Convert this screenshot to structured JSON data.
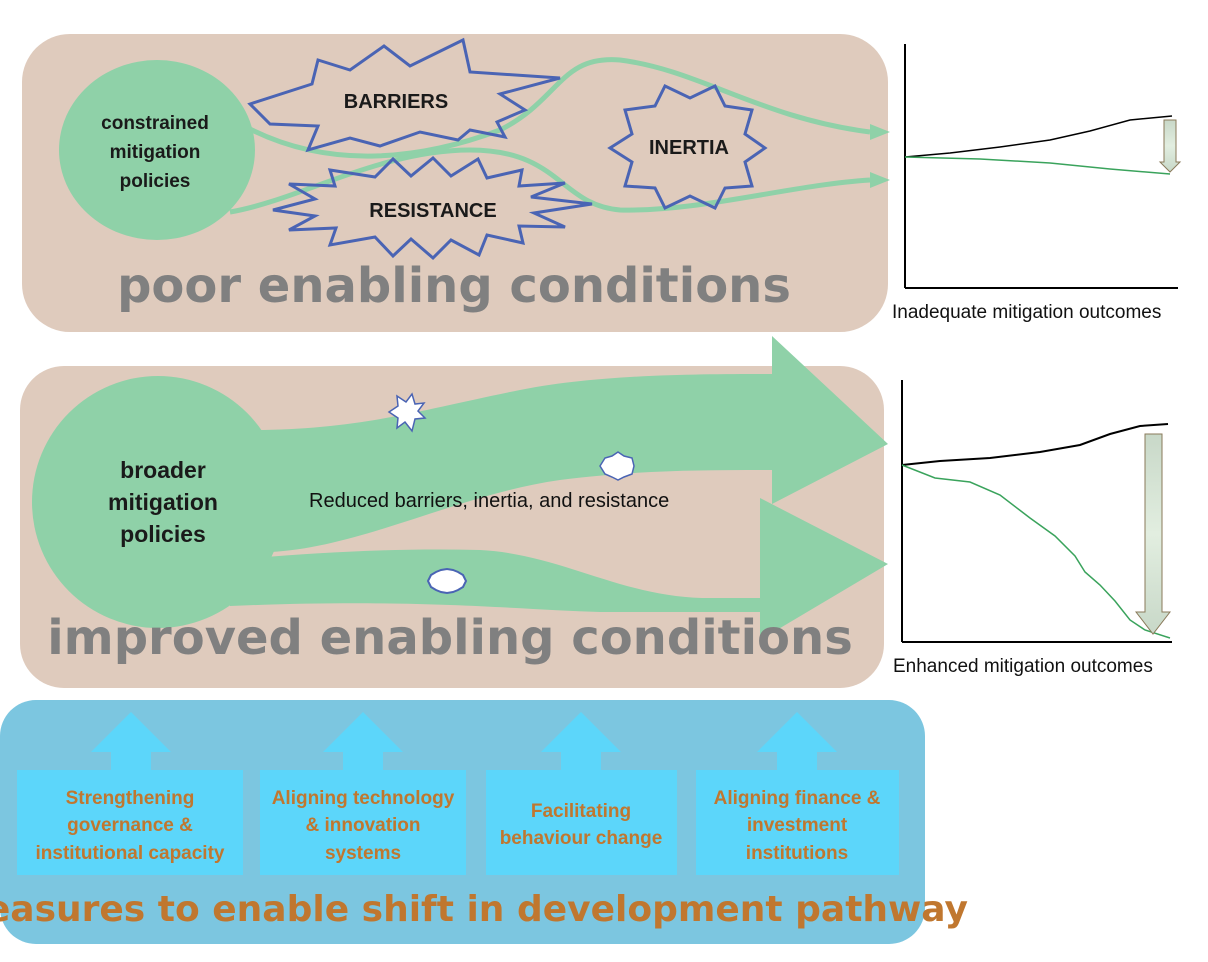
{
  "colors": {
    "panel_beige": "#dfcbbd",
    "policy_green": "#8fd1a8",
    "star_blue": "#4a64b4",
    "panel_blue": "#7cc6e0",
    "box_cyan": "#5cd6fa",
    "measure_text": "#c0772f",
    "heading_grey": "#808080"
  },
  "top_panel": {
    "policy_label": [
      "constrained",
      "mitigation",
      "policies"
    ],
    "barriers": "BARRIERS",
    "resistance": "RESISTANCE",
    "inertia": "INERTIA",
    "title": "poor enabling conditions"
  },
  "top_chart": {
    "caption": "Inadequate mitigation outcomes"
  },
  "middle_panel": {
    "policy_label": [
      "broader",
      "mitigation",
      "policies"
    ],
    "reduced_text": "Reduced barriers, inertia, and resistance",
    "title": "improved enabling conditions"
  },
  "middle_chart": {
    "caption": "Enhanced mitigation outcomes"
  },
  "bottom_panel": {
    "measures": [
      {
        "lines": [
          "Strengthening",
          "governance &",
          "institutional capacity"
        ]
      },
      {
        "lines": [
          "Aligning technology",
          "& innovation",
          "systems"
        ]
      },
      {
        "lines": [
          "Facilitating",
          "behaviour change"
        ]
      },
      {
        "lines": [
          "Aligning finance &",
          "investment",
          "institutions"
        ]
      }
    ],
    "title": "Measures to enable shift in development pathway"
  }
}
